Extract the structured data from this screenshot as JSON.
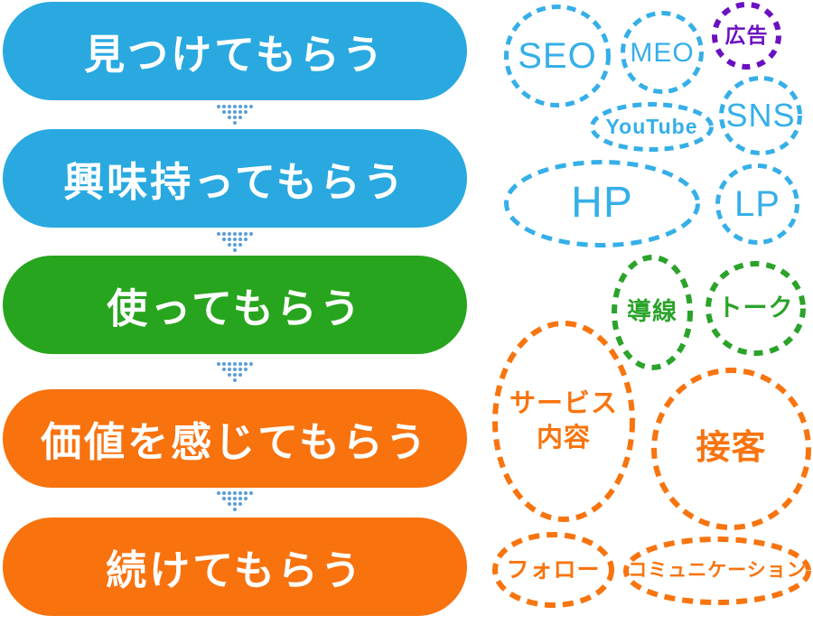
{
  "palette": {
    "stage_blue": "#29A9E0",
    "stage_green": "#28A51E",
    "stage_orange": "#F8720E",
    "bubble_blue": "#36AFE8",
    "bubble_green": "#2BA32B",
    "bubble_orange": "#F8740E",
    "bubble_purple": "#6B10C2",
    "arrow_blue": "#5B9FD6",
    "stage_text": "#FFFFFF",
    "background": "#FFFFFF"
  },
  "funnel": {
    "stages": [
      {
        "label": "見つけてもらう",
        "color": "#29A9E0"
      },
      {
        "label": "興味持ってもらう",
        "color": "#29A9E0"
      },
      {
        "label": "使ってもらう",
        "color": "#28A51E"
      },
      {
        "label": "価値を感じてもらう",
        "color": "#F8720E"
      },
      {
        "label": "続けてもらう",
        "color": "#F8720E"
      }
    ]
  },
  "bubbles": {
    "seo": {
      "label": "SEO",
      "color": "#36AFE8"
    },
    "meo": {
      "label": "MEO",
      "color": "#36AFE8"
    },
    "ad": {
      "label": "広告",
      "color": "#6B10C2"
    },
    "youtube": {
      "label": "YouTube",
      "color": "#36AFE8"
    },
    "sns": {
      "label": "SNS",
      "color": "#36AFE8"
    },
    "hp": {
      "label": "HP",
      "color": "#36AFE8"
    },
    "lp": {
      "label": "LP",
      "color": "#36AFE8"
    },
    "dousen": {
      "label": "導線",
      "color": "#2BA32B"
    },
    "talk": {
      "label": "トーク",
      "color": "#2BA32B"
    },
    "service": {
      "label": "サービス\n内容",
      "color": "#F8740E"
    },
    "sekkyaku": {
      "label": "接客",
      "color": "#F8740E"
    },
    "follow": {
      "label": "フォロー",
      "color": "#F8740E"
    },
    "communication": {
      "label": "コミュニケーション",
      "color": "#F8740E"
    }
  }
}
